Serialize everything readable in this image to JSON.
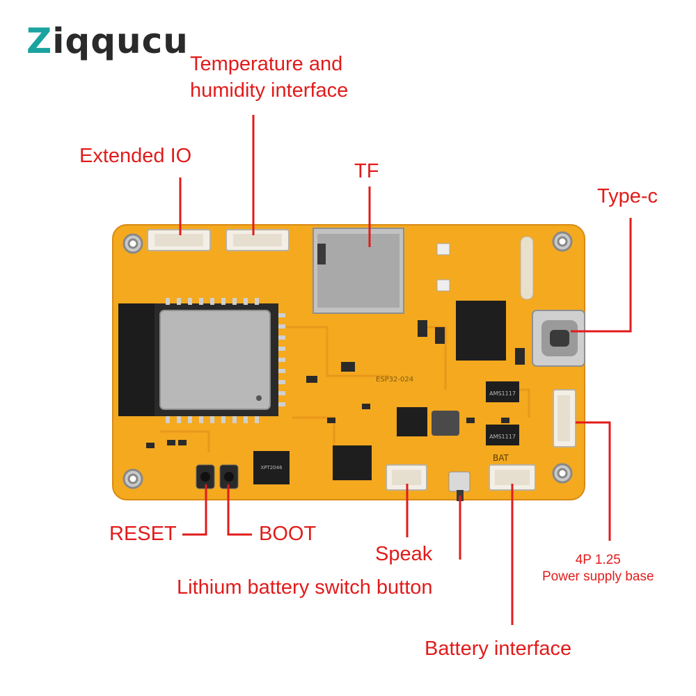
{
  "logo": {
    "text": "Ziqqucu"
  },
  "labels": {
    "temp_humidity_line1": "Temperature and",
    "temp_humidity_line2": "humidity interface",
    "extended_io": "Extended IO",
    "tf": "TF",
    "type_c": "Type-c",
    "reset": "RESET",
    "boot": "BOOT",
    "speak": "Speak",
    "battery_switch": "Lithium battery switch button",
    "power_base_line1": "4P 1.25",
    "power_base_line2": "Power supply base",
    "battery_interface": "Battery interface"
  },
  "board_silkscreen": {
    "bat": "BAT",
    "module_text": "ESP32-024",
    "chip1": "XPT2046",
    "ams1": "AMS1117",
    "ams2": "AMS1117"
  },
  "colors": {
    "pcb": "#f4a91f",
    "pcb_dark": "#e6931a",
    "label": "#e11b1b",
    "logo_accent": "#1aa3a0"
  }
}
